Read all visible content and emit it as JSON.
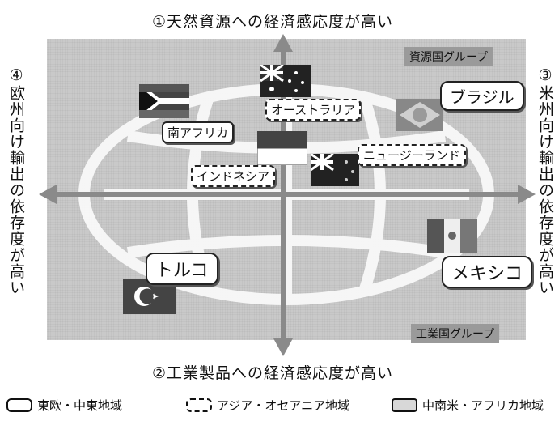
{
  "axes": {
    "top": "①天然資源への経済感応度が高い",
    "bottom": "②工業製品への経済感応度が高い",
    "right": "③米州向け輸出の依存度が高い",
    "left": "④欧州向け輸出の依存度が高い"
  },
  "groups": {
    "resource": "資源国グループ",
    "industrial": "工業国グループ"
  },
  "countries": {
    "south_africa": "南アフリカ",
    "australia": "オーストラリア",
    "brazil": "ブラジル",
    "indonesia": "インドネシア",
    "new_zealand": "ニュージーランド",
    "turkey": "トルコ",
    "mexico": "メキシコ"
  },
  "legend": {
    "europe_me": "東欧・中東地域",
    "asia_oceania": "アジア・オセアニア地域",
    "latam_africa": "中南米・アフリカ地域"
  },
  "colors": {
    "panel": "#c9c9c9",
    "axis": "#8a8a8a",
    "tag": "#9a9a9a"
  }
}
